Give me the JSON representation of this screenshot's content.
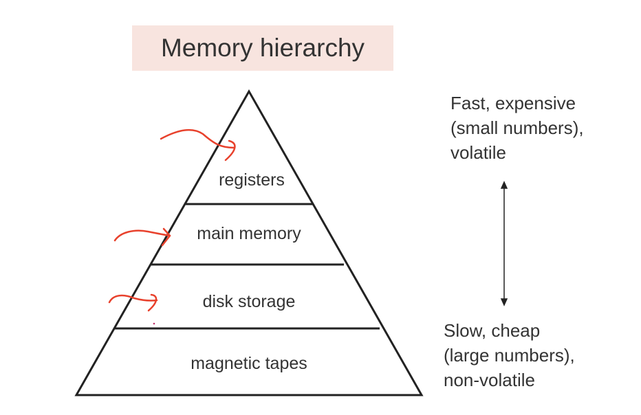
{
  "title": "Memory hierarchy",
  "levels": [
    "registers",
    "main memory",
    "disk storage",
    "magnetic tapes"
  ],
  "top_note": [
    "Fast, expensive",
    "(small numbers),",
    "volatile"
  ],
  "bottom_note": [
    "Slow, cheap",
    "(large numbers),",
    "non-volatile"
  ],
  "colors": {
    "title_bg": "#f8e4df",
    "annotation": "#e8412c",
    "line": "#222222"
  }
}
